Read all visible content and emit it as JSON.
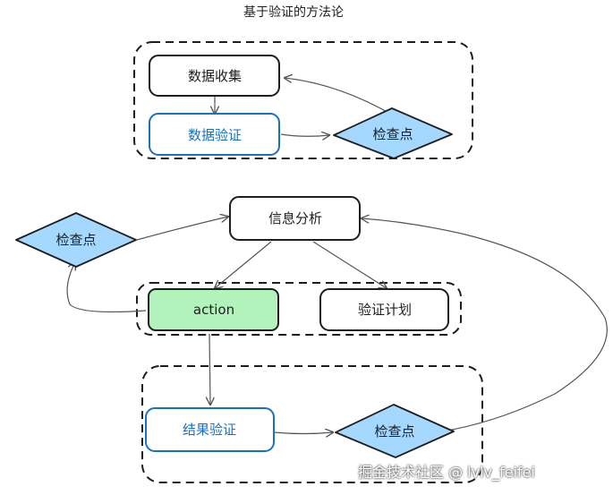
{
  "title": "基于验证的方法论",
  "nodes": {
    "collect": "数据收集",
    "validate": "数据验证",
    "check1": "检查点",
    "analysis": "信息分析",
    "check2": "检查点",
    "action": "action",
    "plan": "验证计划",
    "result": "结果验证",
    "check3": "检查点"
  },
  "watermark": "掘金技术社区 @ lvlv_feifei",
  "colors": {
    "stroke": "#1e1e1e",
    "blue_stroke": "#1971c2",
    "diamond_fill": "#a5d8ff",
    "action_fill": "#b2f2bb"
  }
}
